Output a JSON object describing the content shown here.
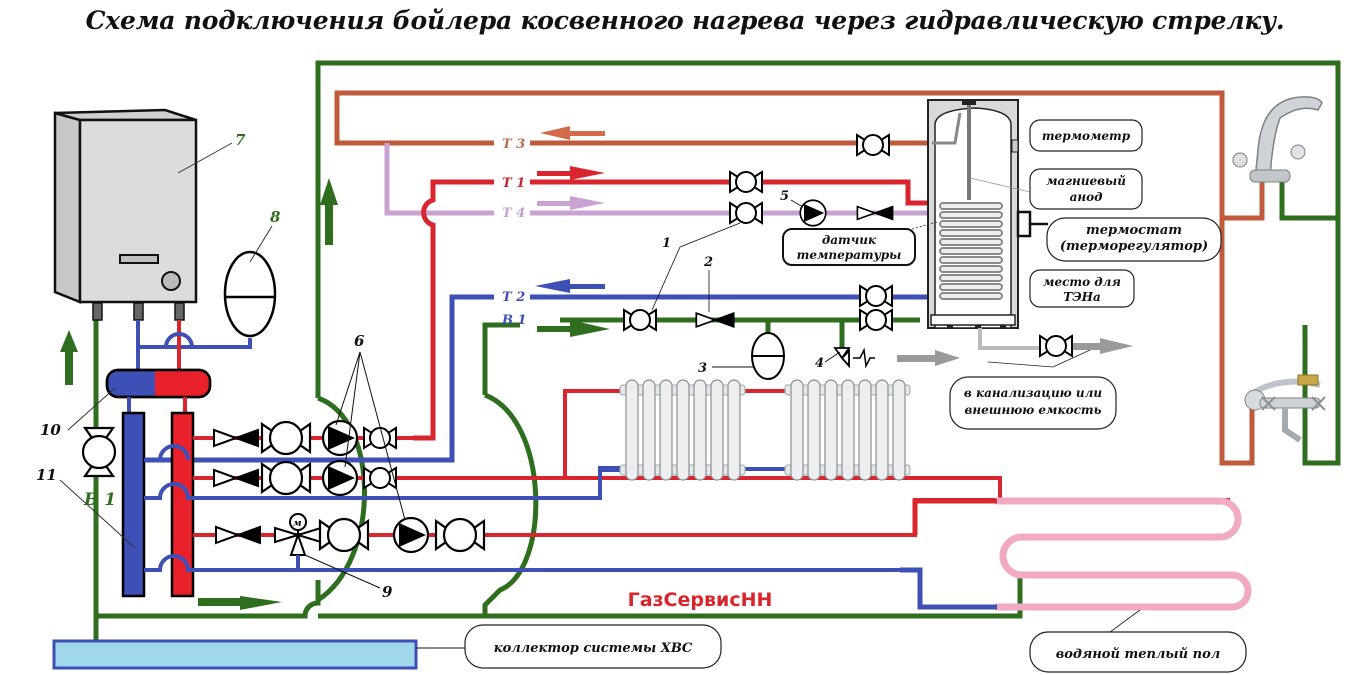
{
  "title": "Схема подключения бойлера косвенного нагрева через гидравлическую стрелку.",
  "brand": "ГазСервисНН",
  "colors": {
    "hot": "#d9262e",
    "cold": "#3e4fb5",
    "cold_water": "#2f6e1f",
    "dhw": "#bf5a3c",
    "recirc": "#c8a3d2",
    "floor": "#f2a9c4",
    "drain": "#9a9a9a",
    "collector": "#9fd8ea"
  },
  "pipe_labels": {
    "t3": "Т 3",
    "t1": "Т 1",
    "t4": "Т 4",
    "t2": "Т 2",
    "b1": "В 1",
    "b1_left": "В 1"
  },
  "callouts": {
    "thermometer": "термометр",
    "anode_1": "магниевый",
    "anode_2": "анод",
    "thermostat_1": "термостат",
    "thermostat_2": "(терморегулятор)",
    "heater_1": "место для",
    "heater_2": "ТЭНа",
    "sensor_1": "датчик",
    "sensor_2": "температуры",
    "drain_1": "в канализацию или",
    "drain_2": "внешнюю емкость",
    "collector": "коллектор системы ХВС",
    "floor": "водяной теплый пол"
  },
  "numbers": {
    "n1": "1",
    "n2": "2",
    "n3": "3",
    "n4": "4",
    "n5": "5",
    "n6": "6",
    "n7": "7",
    "n8": "8",
    "n9": "9",
    "n10": "10",
    "n11": "11",
    "motor": "м"
  }
}
